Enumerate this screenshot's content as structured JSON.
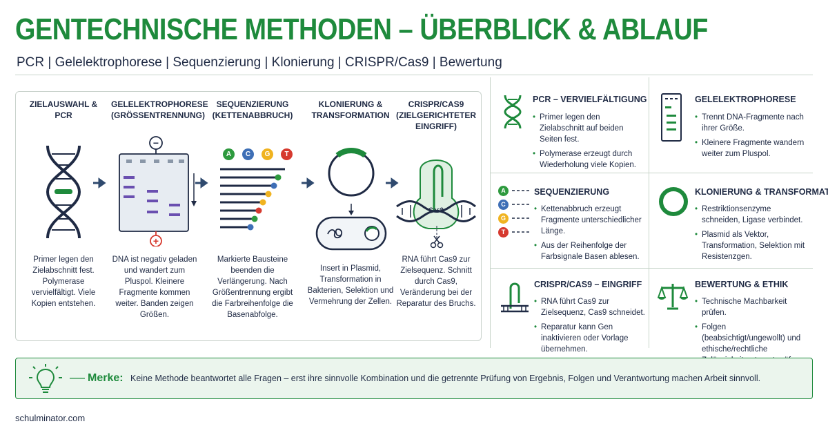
{
  "header": {
    "title": "GENTECHNISCHE METHODEN – ÜBERBLICK & ABLAUF",
    "subtitle": "PCR | Gelelektrophorese | Sequenzierung | Klonierung | CRISPR/Cas9 | Bewertung"
  },
  "flow": {
    "steps": [
      {
        "title": "Zielauswahl & PCR",
        "desc": "Primer legen den Zielabschnitt fest. Polymerase vervielfältigt. Viele Kopien entstehen."
      },
      {
        "title": "Gelelektrophorese (Grössentrennung)",
        "desc": "DNA ist negativ geladen und wandert zum Pluspol. Kleinere Fragmente kommen weiter. Banden zeigen Größen."
      },
      {
        "title": "Sequenzierung (Kettenabbruch)",
        "desc": "Markierte Bausteine beenden die Verlängerung. Nach Größentrennung ergibt die Farbreihenfolge die Basenabfolge."
      },
      {
        "title": "Klonierung & Transformation",
        "desc": "Insert in Plasmid, Transformation in Bakterien, Selektion und Vermehrung der Zellen."
      },
      {
        "title": "CRISPR/Cas9 (zielgerichteter Eingriff)",
        "desc": "RNA führt Cas9 zur Zielsequenz. Schnitt durch Cas9, Veränderung bei der Reparatur des Bruchs."
      }
    ],
    "gel_signs": {
      "minus": "−",
      "plus": "+"
    },
    "bases": [
      "A",
      "C",
      "G",
      "T"
    ],
    "cas9_label": "Cas9"
  },
  "cards": [
    {
      "title": "PCR – Vervielfältigung",
      "items": [
        "Primer legen den Zielabschnitt auf beiden Seiten fest.",
        "Polymerase erzeugt durch Wiederholung viele Kopien."
      ]
    },
    {
      "title": "Gelelektrophorese",
      "items": [
        "Trennt DNA-Fragmente nach ihrer Größe.",
        "Kleinere Fragmente wandern weiter zum Pluspol."
      ]
    },
    {
      "title": "Sequenzierung",
      "items": [
        "Kettenabbruch erzeugt Fragmente unterschiedlicher Länge.",
        "Aus der Reihenfolge der Farbsignale Basen ablesen."
      ]
    },
    {
      "title": "Klonierung & Transformation",
      "items": [
        "Restriktionsenzyme schneiden, Ligase verbindet.",
        "Plasmid als Vektor, Transformation, Selektion mit Resistenzgen."
      ]
    },
    {
      "title": "CRISPR/Cas9 – Eingriff",
      "items": [
        "RNA führt Cas9 zur Zielsequenz, Cas9 schneidet.",
        "Reparatur kann Gen inaktivieren oder Vorlage übernehmen."
      ]
    },
    {
      "title": "Bewertung & Ethik",
      "items": [
        "Technische Machbarkeit prüfen.",
        "Folgen (beabsichtigt/ungewollt) und ethische/rechtliche Zulässigkeit getrennt prüfen."
      ]
    }
  ],
  "merke": {
    "label": "Merke:",
    "text": "Keine Methode beantwortet alle Fragen – erst ihre sinnvolle Kombination und die getrennte Prüfung von Ergebnis, Folgen und Verantwortung machen Arbeit sinnvoll."
  },
  "footer": {
    "source": "schulminator.com"
  },
  "colors": {
    "brand_green": "#1e8a3c",
    "navy": "#1f2a44",
    "purple": "#6a4fb0",
    "base_a": "#2e9a3e",
    "base_c": "#3e6fb6",
    "base_g": "#f0b320",
    "base_t": "#d63a2f"
  }
}
